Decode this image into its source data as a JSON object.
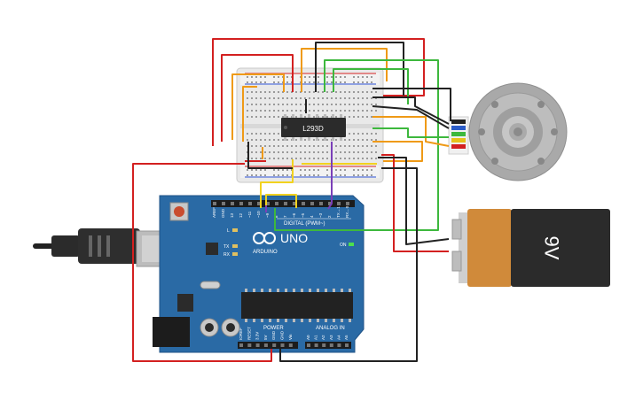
{
  "canvas": {
    "background": "#ffffff"
  },
  "arduino": {
    "logo_text": "UNO",
    "brand": "ARDUINO",
    "digital_label": "DIGITAL (PWM~)",
    "power_label": "POWER",
    "analog_label": "ANALOG IN",
    "on_label": "ON",
    "led_l": "L",
    "led_tx": "TX",
    "led_rx": "RX",
    "top_pins": [
      "AREF",
      "GND",
      "13",
      "12",
      "~11",
      "~10",
      "~9",
      "8",
      "7",
      "~6",
      "~5",
      "4",
      "~3",
      "2",
      "TX→1",
      "RX←0"
    ],
    "power_pins": [
      "IOREF",
      "RESET",
      "3.3V",
      "5V",
      "GND",
      "GND",
      "Vin"
    ],
    "analog_pins": [
      "A0",
      "A1",
      "A2",
      "A3",
      "A4",
      "A5"
    ],
    "board_color": "#2a6aa5"
  },
  "breadboard": {
    "chip_label": "L293D"
  },
  "battery": {
    "label": "9V",
    "body_color": "#2b2b2b",
    "cap_color": "#d08a3a"
  },
  "motor": {
    "body_color": "#b8b8b8"
  },
  "wire_colors": {
    "red": "#d32020",
    "black": "#222222",
    "orange": "#ef9a16",
    "green": "#3db83d",
    "yellow": "#f2d21e",
    "purple": "#7a3fb8"
  }
}
